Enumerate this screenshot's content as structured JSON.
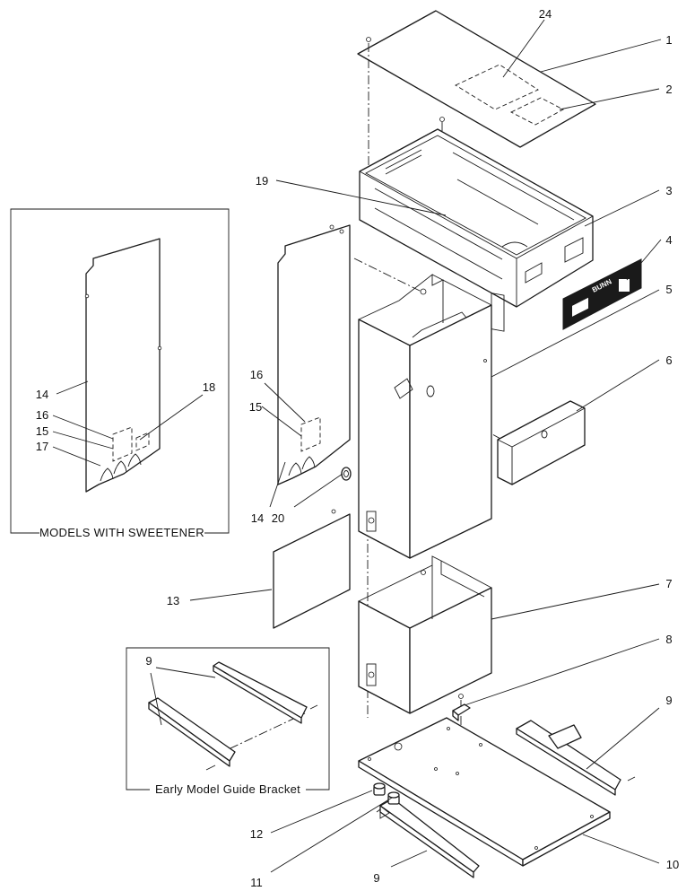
{
  "insets": {
    "sweetener": {
      "title": "MODELS WITH SWEETENER"
    },
    "guide_bracket": {
      "title": "Early Model Guide Bracket"
    }
  },
  "decal": {
    "brand": "BUNN"
  },
  "callouts": [
    {
      "id": "c1",
      "text": "1"
    },
    {
      "id": "c2",
      "text": "2"
    },
    {
      "id": "c3",
      "text": "3"
    },
    {
      "id": "c4",
      "text": "4"
    },
    {
      "id": "c5",
      "text": "5"
    },
    {
      "id": "c6",
      "text": "6"
    },
    {
      "id": "c7",
      "text": "7"
    },
    {
      "id": "c8",
      "text": "8"
    },
    {
      "id": "c9a",
      "text": "9"
    },
    {
      "id": "c9b",
      "text": "9"
    },
    {
      "id": "c9c",
      "text": "9"
    },
    {
      "id": "c10",
      "text": "10"
    },
    {
      "id": "c11",
      "text": "11"
    },
    {
      "id": "c12",
      "text": "12"
    },
    {
      "id": "c13",
      "text": "13"
    },
    {
      "id": "c14a",
      "text": "14"
    },
    {
      "id": "c14b",
      "text": "14"
    },
    {
      "id": "c15a",
      "text": "15"
    },
    {
      "id": "c15b",
      "text": "15"
    },
    {
      "id": "c16a",
      "text": "16"
    },
    {
      "id": "c16b",
      "text": "16"
    },
    {
      "id": "c17",
      "text": "17"
    },
    {
      "id": "c18",
      "text": "18"
    },
    {
      "id": "c19",
      "text": "19"
    },
    {
      "id": "c20",
      "text": "20"
    },
    {
      "id": "c24",
      "text": "24"
    }
  ]
}
